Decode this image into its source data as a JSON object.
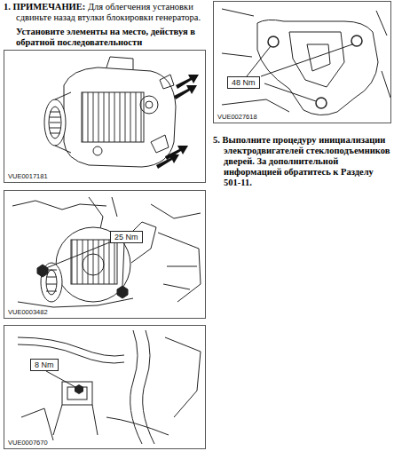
{
  "diagram": {
    "nodes": [
      {
        "text": [
          "VUE0017181"
        ]
      },
      {
        "text": [
          "VUE0003482"
        ]
      },
      {
        "text": [
          "25 Nm"
        ],
        "in": 1
      },
      {
        "text": [
          "VUE0007670"
        ]
      },
      {
        "text": [
          "8 Nm"
        ],
        "in": 3
      },
      {
        "text": [
          "VUE0027618"
        ]
      },
      {
        "text": [
          "48 Nm"
        ],
        "in": 5
      }
    ],
    "labels": [
      "1. ПРИМЕЧАНИЕ:",
      "Для облегчения установки сдвиньте назад втулки блокировки генератора.",
      "Установите элементы на место, действуя в обратной последовательности",
      "5. Выполните процедуру инициализации электродвигателей стеклоподъемников дверей. За дополнительной информацией обратитесь к Разделу 501-11."
    ]
  }
}
